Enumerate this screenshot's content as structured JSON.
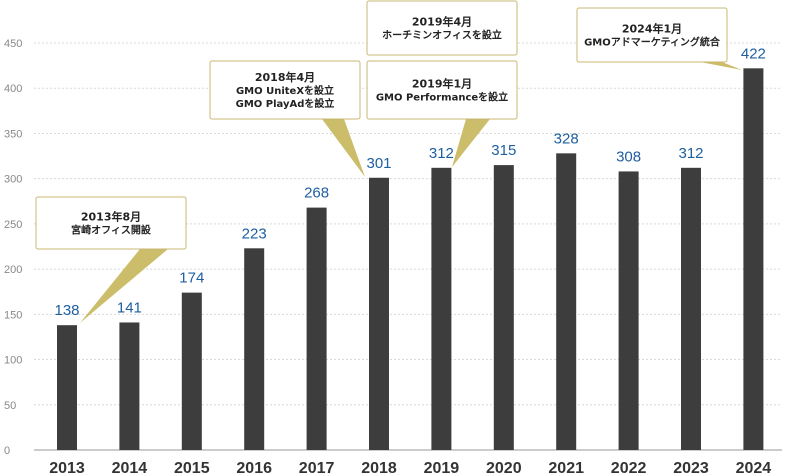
{
  "chart_data": {
    "type": "bar",
    "categories": [
      "2013",
      "2014",
      "2015",
      "2016",
      "2017",
      "2018",
      "2019",
      "2020",
      "2021",
      "2022",
      "2023",
      "2024"
    ],
    "values": [
      138,
      141,
      174,
      223,
      268,
      301,
      312,
      315,
      328,
      308,
      312,
      422
    ],
    "yticks": [
      0,
      50,
      100,
      150,
      200,
      250,
      300,
      350,
      400,
      450
    ],
    "ylim": [
      0,
      450
    ],
    "grid": true,
    "bar_color": "#3d3d3d",
    "label_color": "#1f5fa0",
    "callout_border_color": "#c9b770",
    "annotations": [
      {
        "category": "2013",
        "lines": [
          "2013年8月",
          "宮崎オフィス開設"
        ]
      },
      {
        "category": "2018",
        "lines": [
          "2018年4月",
          "GMO UniteXを設立",
          "GMO PlayAdを設立"
        ]
      },
      {
        "category": "2019",
        "lines": [
          "2019年1月",
          "GMO Performanceを設立"
        ]
      },
      {
        "category": "2019",
        "lines": [
          "2019年4月",
          "ホーチミンオフィスを設立"
        ]
      },
      {
        "category": "2024",
        "lines": [
          "2024年1月",
          "GMOアドマーケティング統合"
        ]
      }
    ]
  }
}
